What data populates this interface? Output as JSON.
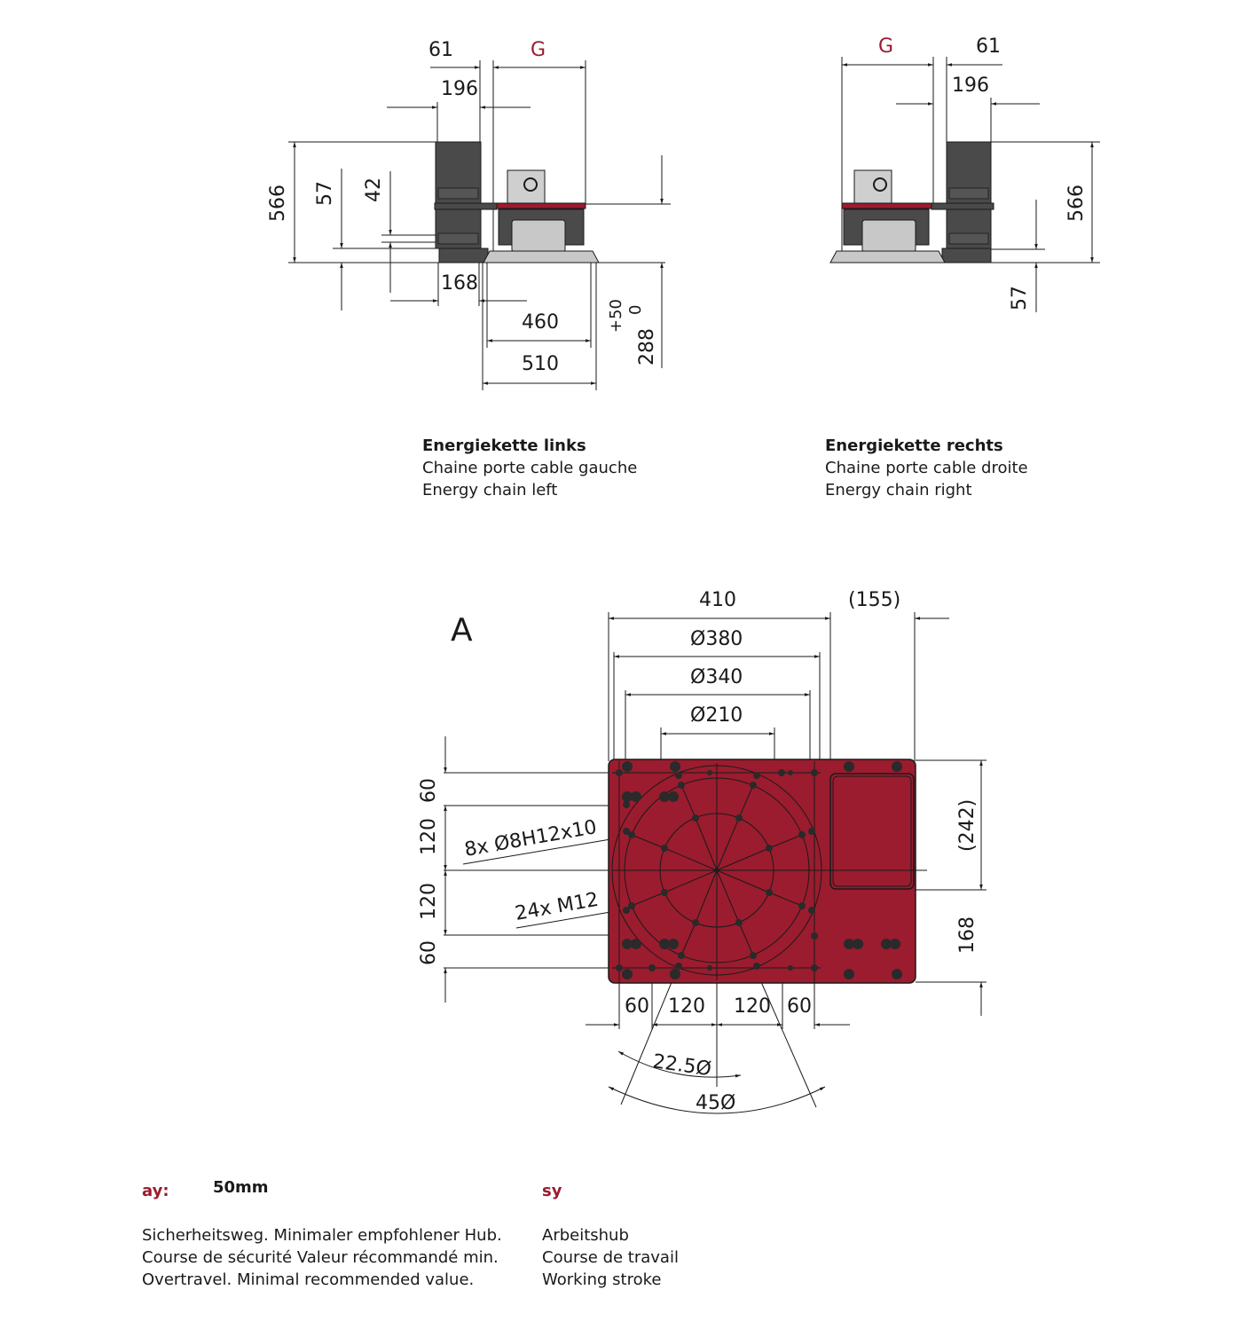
{
  "drawing_left": {
    "title": "Energiekette links",
    "subtitle_fr": "Chaine porte cable gauche",
    "subtitle_en": "Energy chain left",
    "dims": {
      "d61": "61",
      "G": "G",
      "d196": "196",
      "d566": "566",
      "d57": "57",
      "d42": "42",
      "d168": "168",
      "d460": "460",
      "d510": "510",
      "stroke_plus": "+50",
      "stroke_zero": "0",
      "d288": "288"
    }
  },
  "drawing_right": {
    "title": "Energiekette rechts",
    "subtitle_fr": "Chaine porte cable droite",
    "subtitle_en": "Energy chain right",
    "dims": {
      "G": "G",
      "d61": "61",
      "d196": "196",
      "d566": "566",
      "d57": "57"
    }
  },
  "view_a": {
    "label": "A",
    "dims": {
      "d410": "410",
      "d155": "(155)",
      "d380": "Ø380",
      "d340": "Ø340",
      "d210": "Ø210",
      "v60a": "60",
      "v120a": "120",
      "v120b": "120",
      "v60b": "60",
      "d242": "(242)",
      "d168": "168",
      "h60a": "60",
      "h120a": "120",
      "h120b": "120",
      "h60b": "60",
      "ang22": "22.5Ø",
      "ang45": "45Ø",
      "holes_pin": "8x Ø8H12x10",
      "holes_thread": "24x M12"
    },
    "plate_color": "#9a1c2e"
  },
  "legend": {
    "ay_symbol": "ay:",
    "ay_value": "50mm",
    "ay_de": "Sicherheitsweg. Minimaler empfohlener Hub.",
    "ay_fr": "Course de sécurité Valeur récommandé min.",
    "ay_en": "Overtravel. Minimal recommended value.",
    "sy_symbol": "sy",
    "sy_de": "Arbeitshub",
    "sy_fr": "Course de travail",
    "sy_en": "Working stroke"
  },
  "colors": {
    "accent": "#9a1c2e",
    "line": "#1a1a1a",
    "machine_dark": "#4a4a4a",
    "machine_light": "#c8c8c8"
  }
}
